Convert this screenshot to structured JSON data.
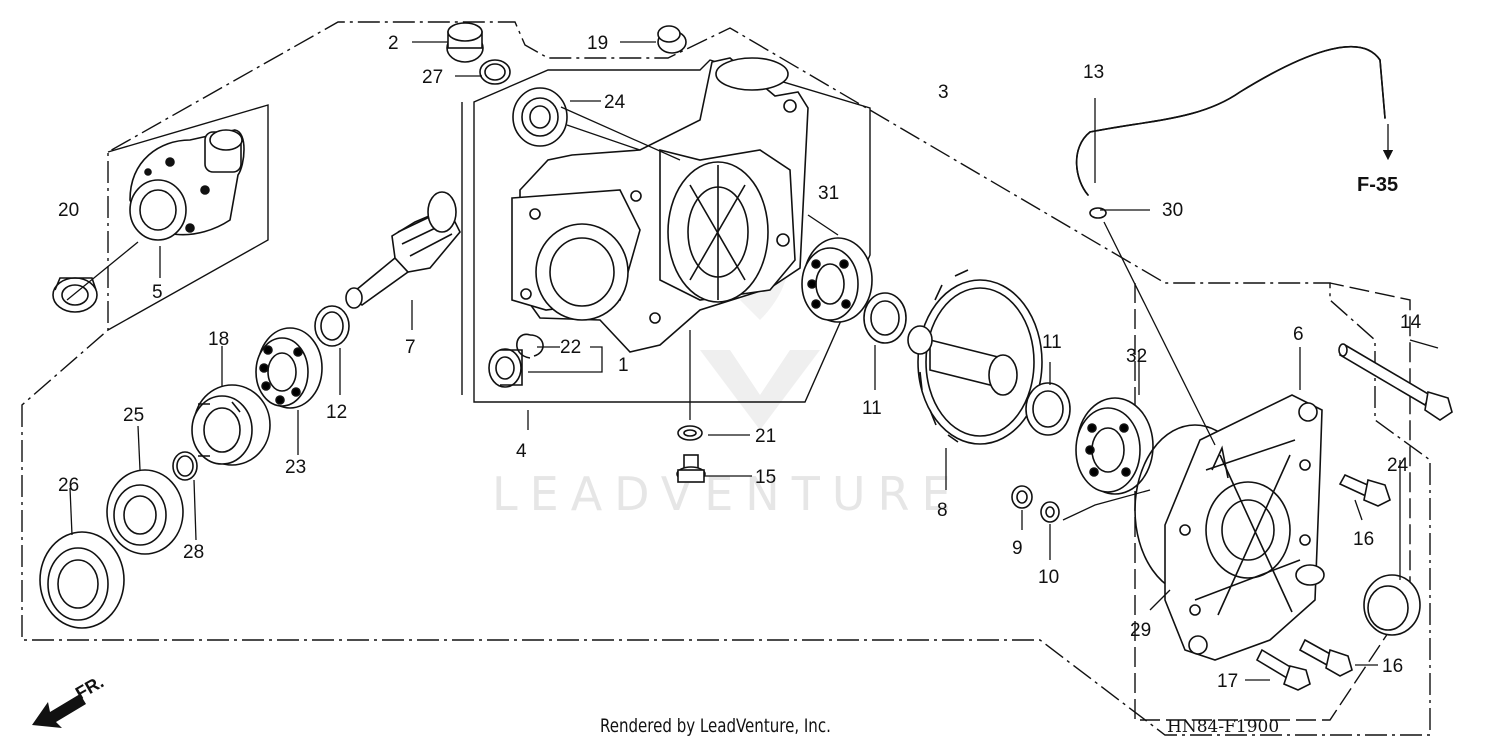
{
  "watermark": "LEADVENTURE",
  "credit": "Rendered by LeadVenture, Inc.",
  "diagram_code": "HN84-F1900",
  "reference": "F-35",
  "front_label": "FR.",
  "callouts": {
    "c1": "1",
    "c2": "2",
    "c3": "3",
    "c4": "4",
    "c5": "5",
    "c6": "6",
    "c7": "7",
    "c8": "8",
    "c9": "9",
    "c10": "10",
    "c11a": "11",
    "c11b": "11",
    "c12": "12",
    "c13": "13",
    "c14": "14",
    "c15": "15",
    "c16a": "16",
    "c16b": "16",
    "c17": "17",
    "c18": "18",
    "c19": "19",
    "c20": "20",
    "c21": "21",
    "c22": "22",
    "c23": "23",
    "c24a": "24",
    "c24b": "24",
    "c25": "25",
    "c26": "26",
    "c27": "27",
    "c28": "28",
    "c29": "29",
    "c30": "30",
    "c31": "31",
    "c32": "32"
  }
}
